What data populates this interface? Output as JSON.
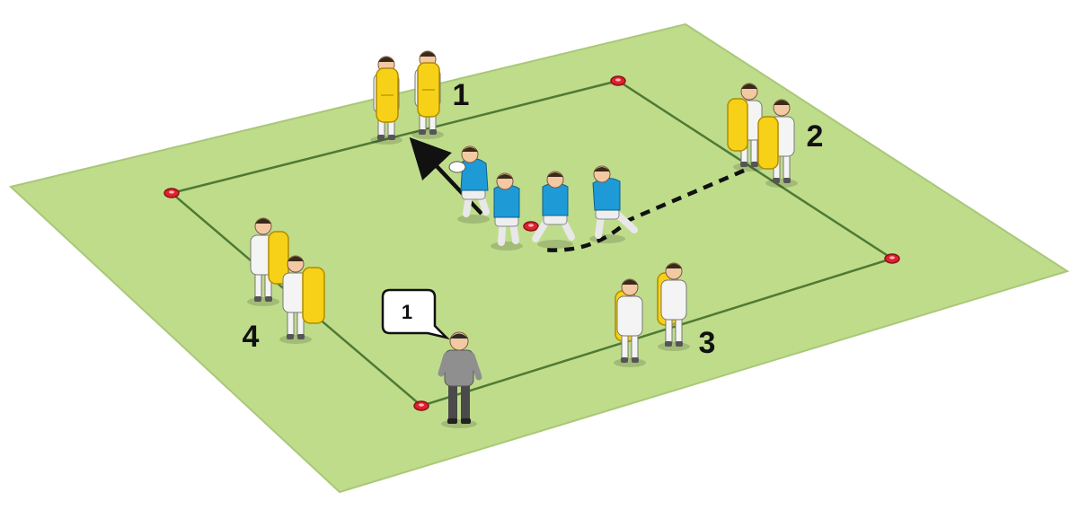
{
  "diagram": {
    "group_labels": {
      "group1": "1",
      "group2": "2",
      "group3": "3",
      "group4": "4"
    },
    "coach_callout": "1",
    "colors": {
      "pitch": "#bfdc8b",
      "pitch_edge": "#a9c878",
      "grid_line": "#4f7a33",
      "cone": "#e0212e",
      "attacker_jersey": "#1e9bd7",
      "defender_kit": "#f4f4f4",
      "tackle_shield": "#f7d117",
      "coach_shirt": "#8f8f8f",
      "coach_trousers": "#4a4a4a",
      "run_line": "#111111"
    }
  }
}
